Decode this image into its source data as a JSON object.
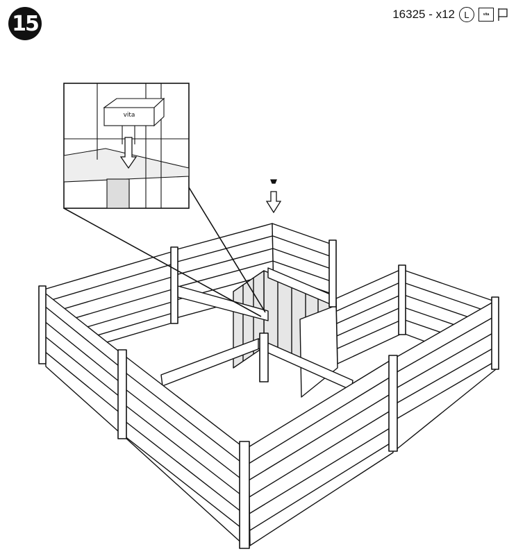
{
  "step": {
    "number": "15"
  },
  "part": {
    "code": "16325 - x12",
    "size_letter": "L",
    "logo_text": "vita"
  },
  "colors": {
    "ink": "#111111",
    "paper": "#ffffff",
    "shade": "#e6e6e6"
  },
  "icons": {
    "part_box": "part-package-icon",
    "flag": "flag-icon",
    "arrow": "down-arrow-icon"
  }
}
